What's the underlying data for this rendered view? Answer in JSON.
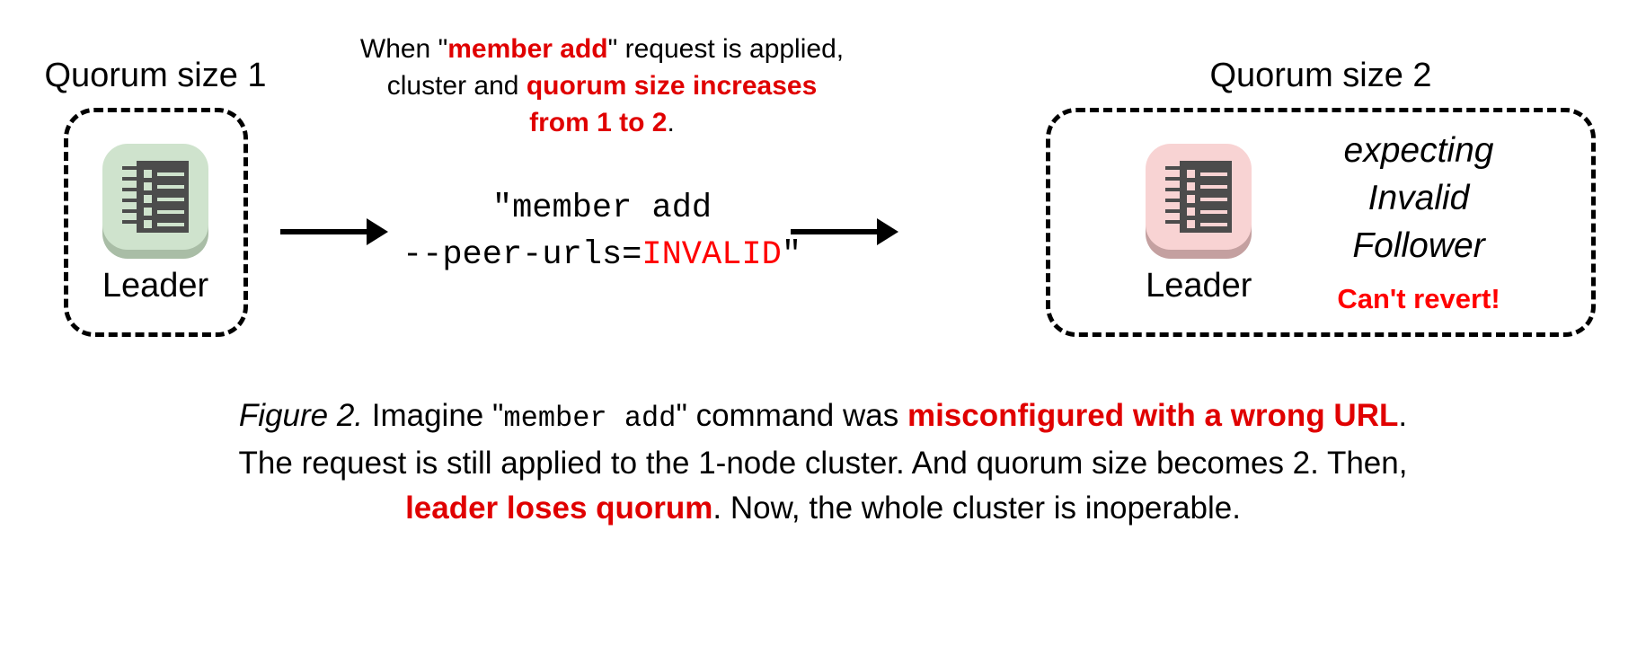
{
  "annotation": {
    "line1_a": "When \"",
    "line1_b": "member add",
    "line1_c": "\" request is applied,",
    "line2_a": "cluster and ",
    "line2_b": "quorum size increases",
    "line3_b": "from 1 to 2",
    "line3_c": "."
  },
  "left_cluster": {
    "label": "Quorum size 1",
    "node_caption": "Leader",
    "tile_color": "#cfe3cd",
    "tile_shadow_color": "#a9bda6",
    "icon": "ledger-icon"
  },
  "right_cluster": {
    "label": "Quorum size 2",
    "node_caption": "Leader",
    "tile_color": "#f8d3d3",
    "tile_shadow_color": "#c4a0a0",
    "icon": "ledger-icon",
    "status_line1": "expecting",
    "status_line2": "Invalid",
    "status_line3": "Follower",
    "status_warning": "Can't revert!"
  },
  "command": {
    "line1": "\"member add",
    "line2_a": "--peer-urls=",
    "line2_b": "INVALID",
    "line2_c": "\""
  },
  "caption": {
    "l1_a": "Figure 2.",
    "l1_b": " Imagine \"",
    "l1_c": "member add",
    "l1_d": "\" command was ",
    "l1_e": "misconfigured with a wrong URL",
    "l1_f": ".",
    "l2": "The request is still applied to the 1-node cluster. And quorum size becomes 2. Then,",
    "l3_a": "leader loses quorum",
    "l3_b": ". Now, the whole cluster is inoperable."
  },
  "colors": {
    "accent_red": "#e00000",
    "pure_red": "#ff0000",
    "ink": "#000000",
    "background": "#ffffff"
  }
}
